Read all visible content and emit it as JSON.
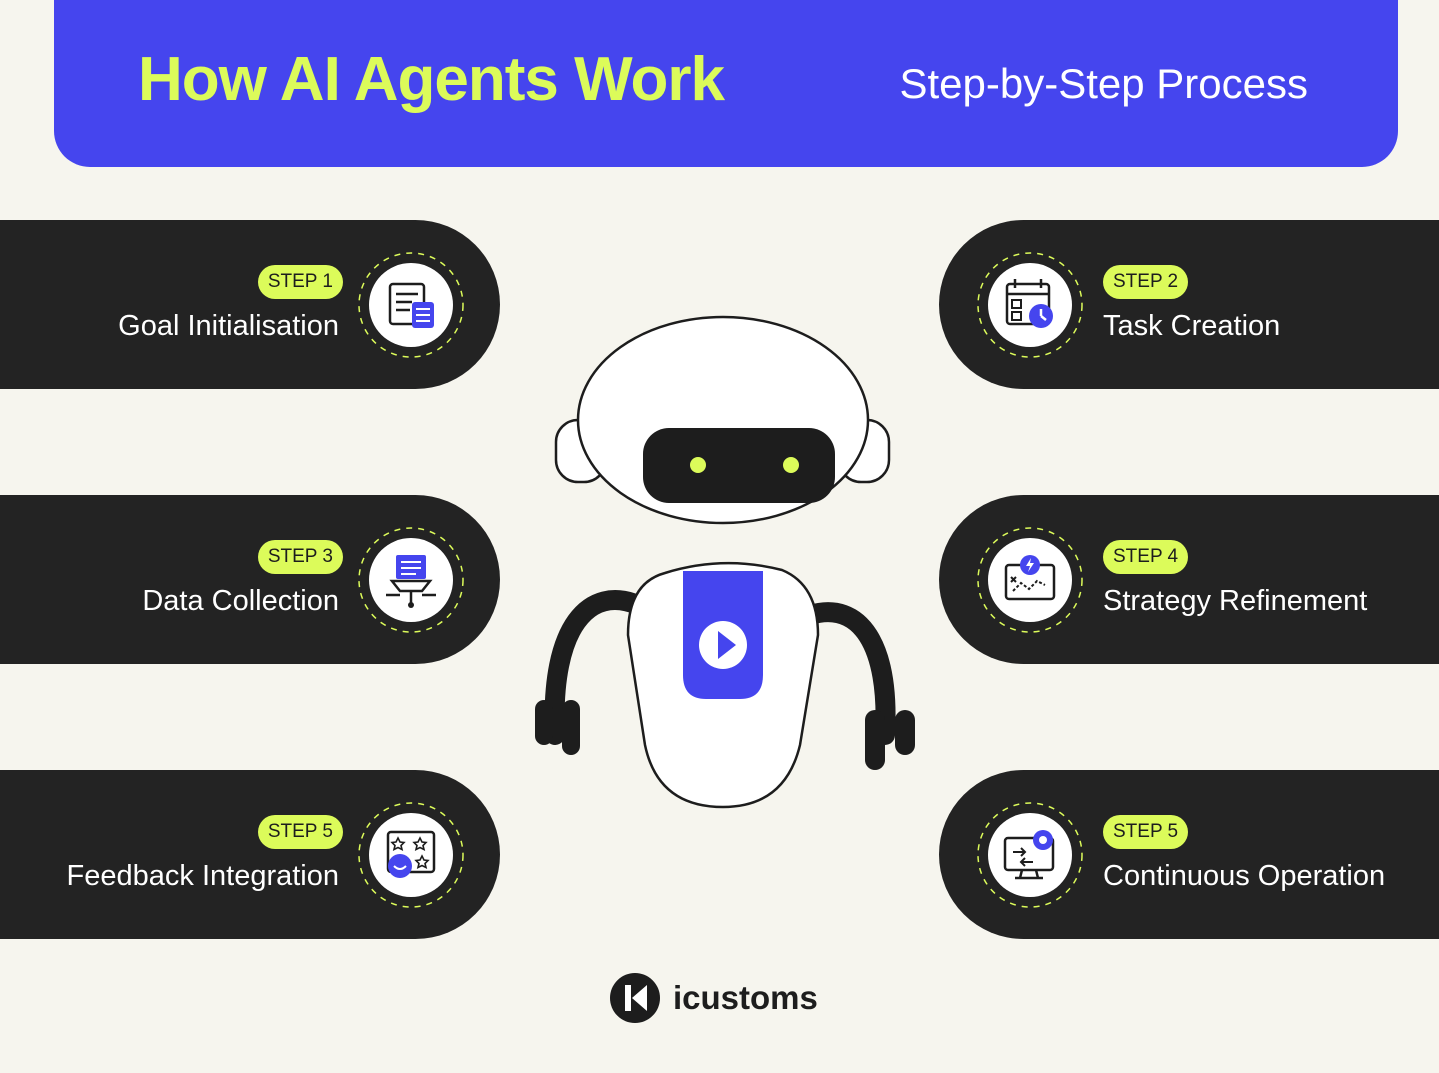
{
  "header": {
    "title": "How AI Agents Work",
    "subtitle": "Step-by-Step Process"
  },
  "steps": [
    {
      "badge": "STEP 1",
      "label": "Goal Initialisation",
      "icon": "document-checklist-icon"
    },
    {
      "badge": "STEP 2",
      "label": "Task Creation",
      "icon": "calendar-clock-icon"
    },
    {
      "badge": "STEP 3",
      "label": "Data Collection",
      "icon": "document-network-icon"
    },
    {
      "badge": "STEP 4",
      "label": "Strategy Refinement",
      "icon": "strategy-board-icon"
    },
    {
      "badge": "STEP 5",
      "label": "Feedback Integration",
      "icon": "feedback-stars-icon"
    },
    {
      "badge": "STEP 5",
      "label": "Continuous Operation",
      "icon": "monitor-gear-icon"
    }
  ],
  "brand": {
    "name": "icustoms"
  },
  "colors": {
    "background": "#f6f5ee",
    "primary": "#4545ee",
    "accent": "#dcfb5a",
    "card": "#232323"
  }
}
